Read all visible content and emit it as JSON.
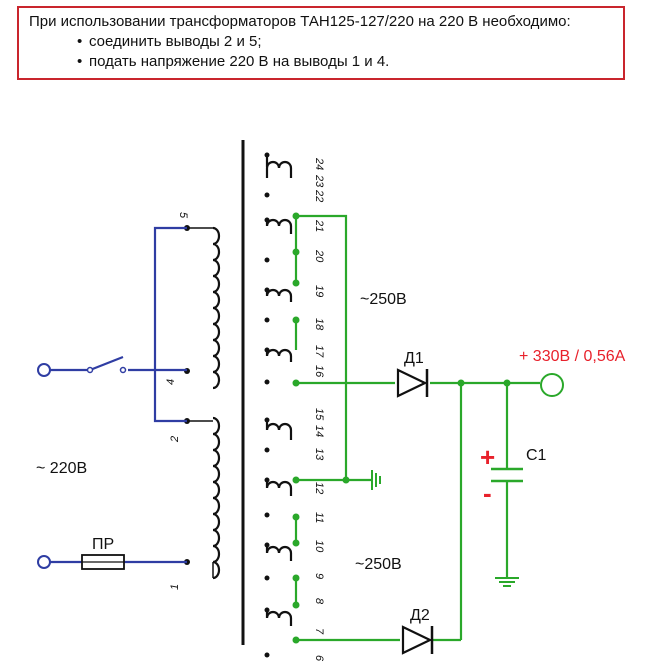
{
  "note": {
    "heading": "При использовании трансформаторов ТАН125-127/220 на 220 В необходимо:",
    "items": [
      "соединить выводы 2 и 5;",
      "подать напряжение 220 В на выводы 1 и 4."
    ]
  },
  "schematic": {
    "input_voltage": "~ 220В",
    "fuse_label": "ПР",
    "secondary_upper_voltage": "~250В",
    "secondary_lower_voltage": "~250В",
    "diode1_label": "Д1",
    "diode2_label": "Д2",
    "capacitor_label": "С1",
    "output_label": "+ 330В  / 0,56А",
    "plus_sign": "+",
    "minus_sign": "-",
    "primary_pins": [
      "5",
      "4",
      "2",
      "1"
    ],
    "secondary_pins": [
      "24",
      "23",
      "22",
      "21",
      "20",
      "19",
      "18",
      "17",
      "16",
      "15",
      "14",
      "13",
      "12",
      "11",
      "10",
      "9",
      "8",
      "7",
      "6"
    ]
  },
  "colors": {
    "frame": "#c9252d",
    "primary_wiring": "#2f3da3",
    "secondary_wiring": "#2aa82a",
    "accent_text": "#e8212b",
    "ink": "#111111"
  }
}
